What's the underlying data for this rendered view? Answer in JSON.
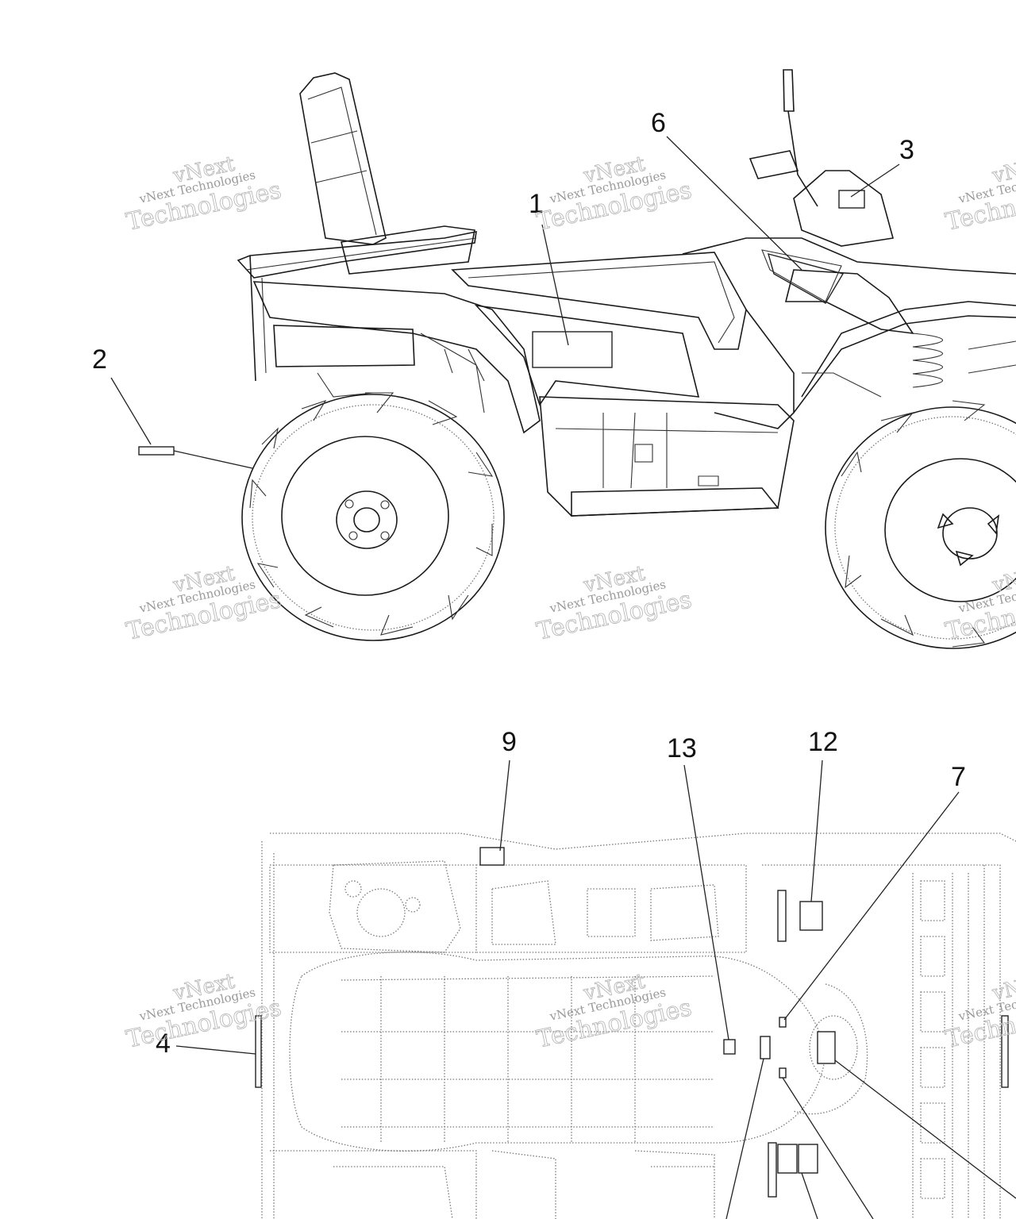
{
  "callouts": {
    "c1": "1",
    "c2": "2",
    "c3": "3",
    "c4": "4",
    "c6": "6",
    "c7": "7",
    "c9": "9",
    "c12": "12",
    "c13": "13"
  },
  "watermark": {
    "line1": "vNext Technologies",
    "line2": "vNext",
    "line3": "Technologies"
  },
  "colors": {
    "line": "#1a1a1a",
    "watermark": "#b9b9b9"
  }
}
